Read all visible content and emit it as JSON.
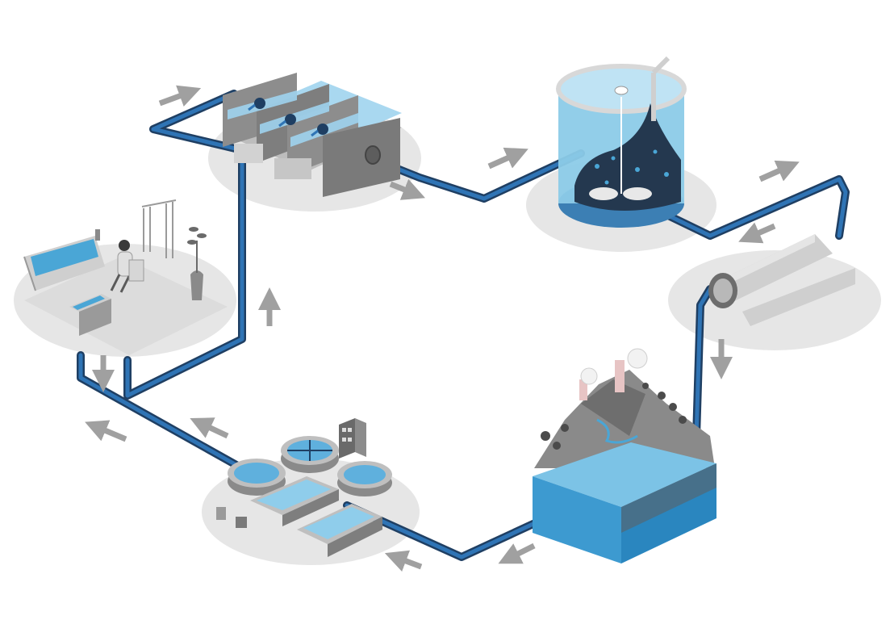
{
  "colors": {
    "background": "#ffffff",
    "platform": "#e6e6e6",
    "platform_shadow": "#cfcfcf",
    "pipe_outer": "#1f3f63",
    "pipe_inner": "#2f74b5",
    "water_light": "#9fd3ee",
    "water_mid": "#4aa6d6",
    "water_dark": "#2a86bf",
    "concrete": "#9a9a9a",
    "concrete_dark": "#6f6f6f",
    "arrow": "#a0a0a0",
    "dark_sludge": "#24384f"
  },
  "diagram": {
    "type": "water-cycle-process-diagram",
    "stations": [
      {
        "id": "screening-basins",
        "icon": "screening-basins-icon"
      },
      {
        "id": "mixing-tank",
        "icon": "mixing-tank-icon"
      },
      {
        "id": "membrane-filter",
        "icon": "membrane-filter-icon"
      },
      {
        "id": "natural-reservoir",
        "icon": "reservoir-landscape-icon"
      },
      {
        "id": "treatment-plant",
        "icon": "treatment-plant-icon"
      },
      {
        "id": "household-bathroom",
        "icon": "bathroom-icon"
      }
    ],
    "flow_arrows": [
      "arrow-to-screening",
      "arrow-screening-out",
      "arrow-to-mixing-tank",
      "arrow-to-membrane",
      "arrow-from-membrane",
      "arrow-down-to-reservoir",
      "arrow-reservoir-to-plant",
      "arrow-plant-left",
      "arrow-to-bathroom-left",
      "arrow-far-left",
      "arrow-bathroom-down",
      "arrow-up-to-screening"
    ]
  }
}
